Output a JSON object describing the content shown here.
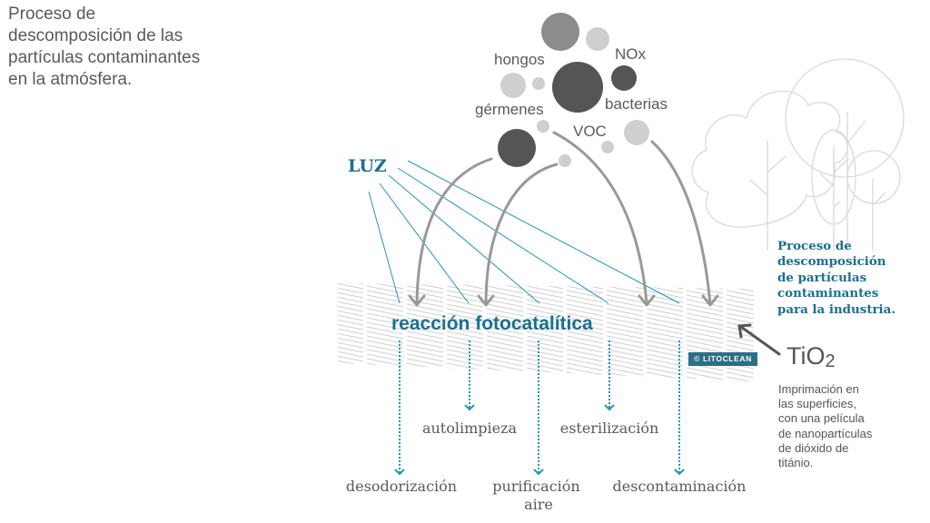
{
  "title": "Proceso de\ndescomposición de las\npartículas contaminantes\nen la atmósfera.",
  "pollutants": {
    "labels": [
      "hongos",
      "NOx",
      "gérmenes",
      "bacterias",
      "VOC"
    ],
    "colors": {
      "dark": "#555555",
      "mid": "#8c8c8c",
      "light": "#cfcfcf"
    }
  },
  "light_label": "LUZ",
  "reaction_label": "reacción fotocatalítica",
  "effects": {
    "upper": [
      "autolimpieza",
      "esterilización"
    ],
    "lower": [
      "desodorización",
      "purificación\naire",
      "descontaminación"
    ]
  },
  "industry_title": "Proceso de\ndescomposición\nde partículas\ncontaminantes\npara la industria.",
  "tio2": {
    "formula": "TiO",
    "subscript": "2"
  },
  "tio2_description": "Imprimación en\nlas superficies,\ncon una película\nde nanopartículas\nde dióxido de\ntitánio.",
  "credit": "© LITOCLEAN",
  "colors": {
    "accent": "#1c6f8e",
    "light_ray": "#2a92b3",
    "arrow": "#999999",
    "text": "#5a5a5a",
    "hatch": "#c8c8c8",
    "tree": "#d8d8d8"
  }
}
